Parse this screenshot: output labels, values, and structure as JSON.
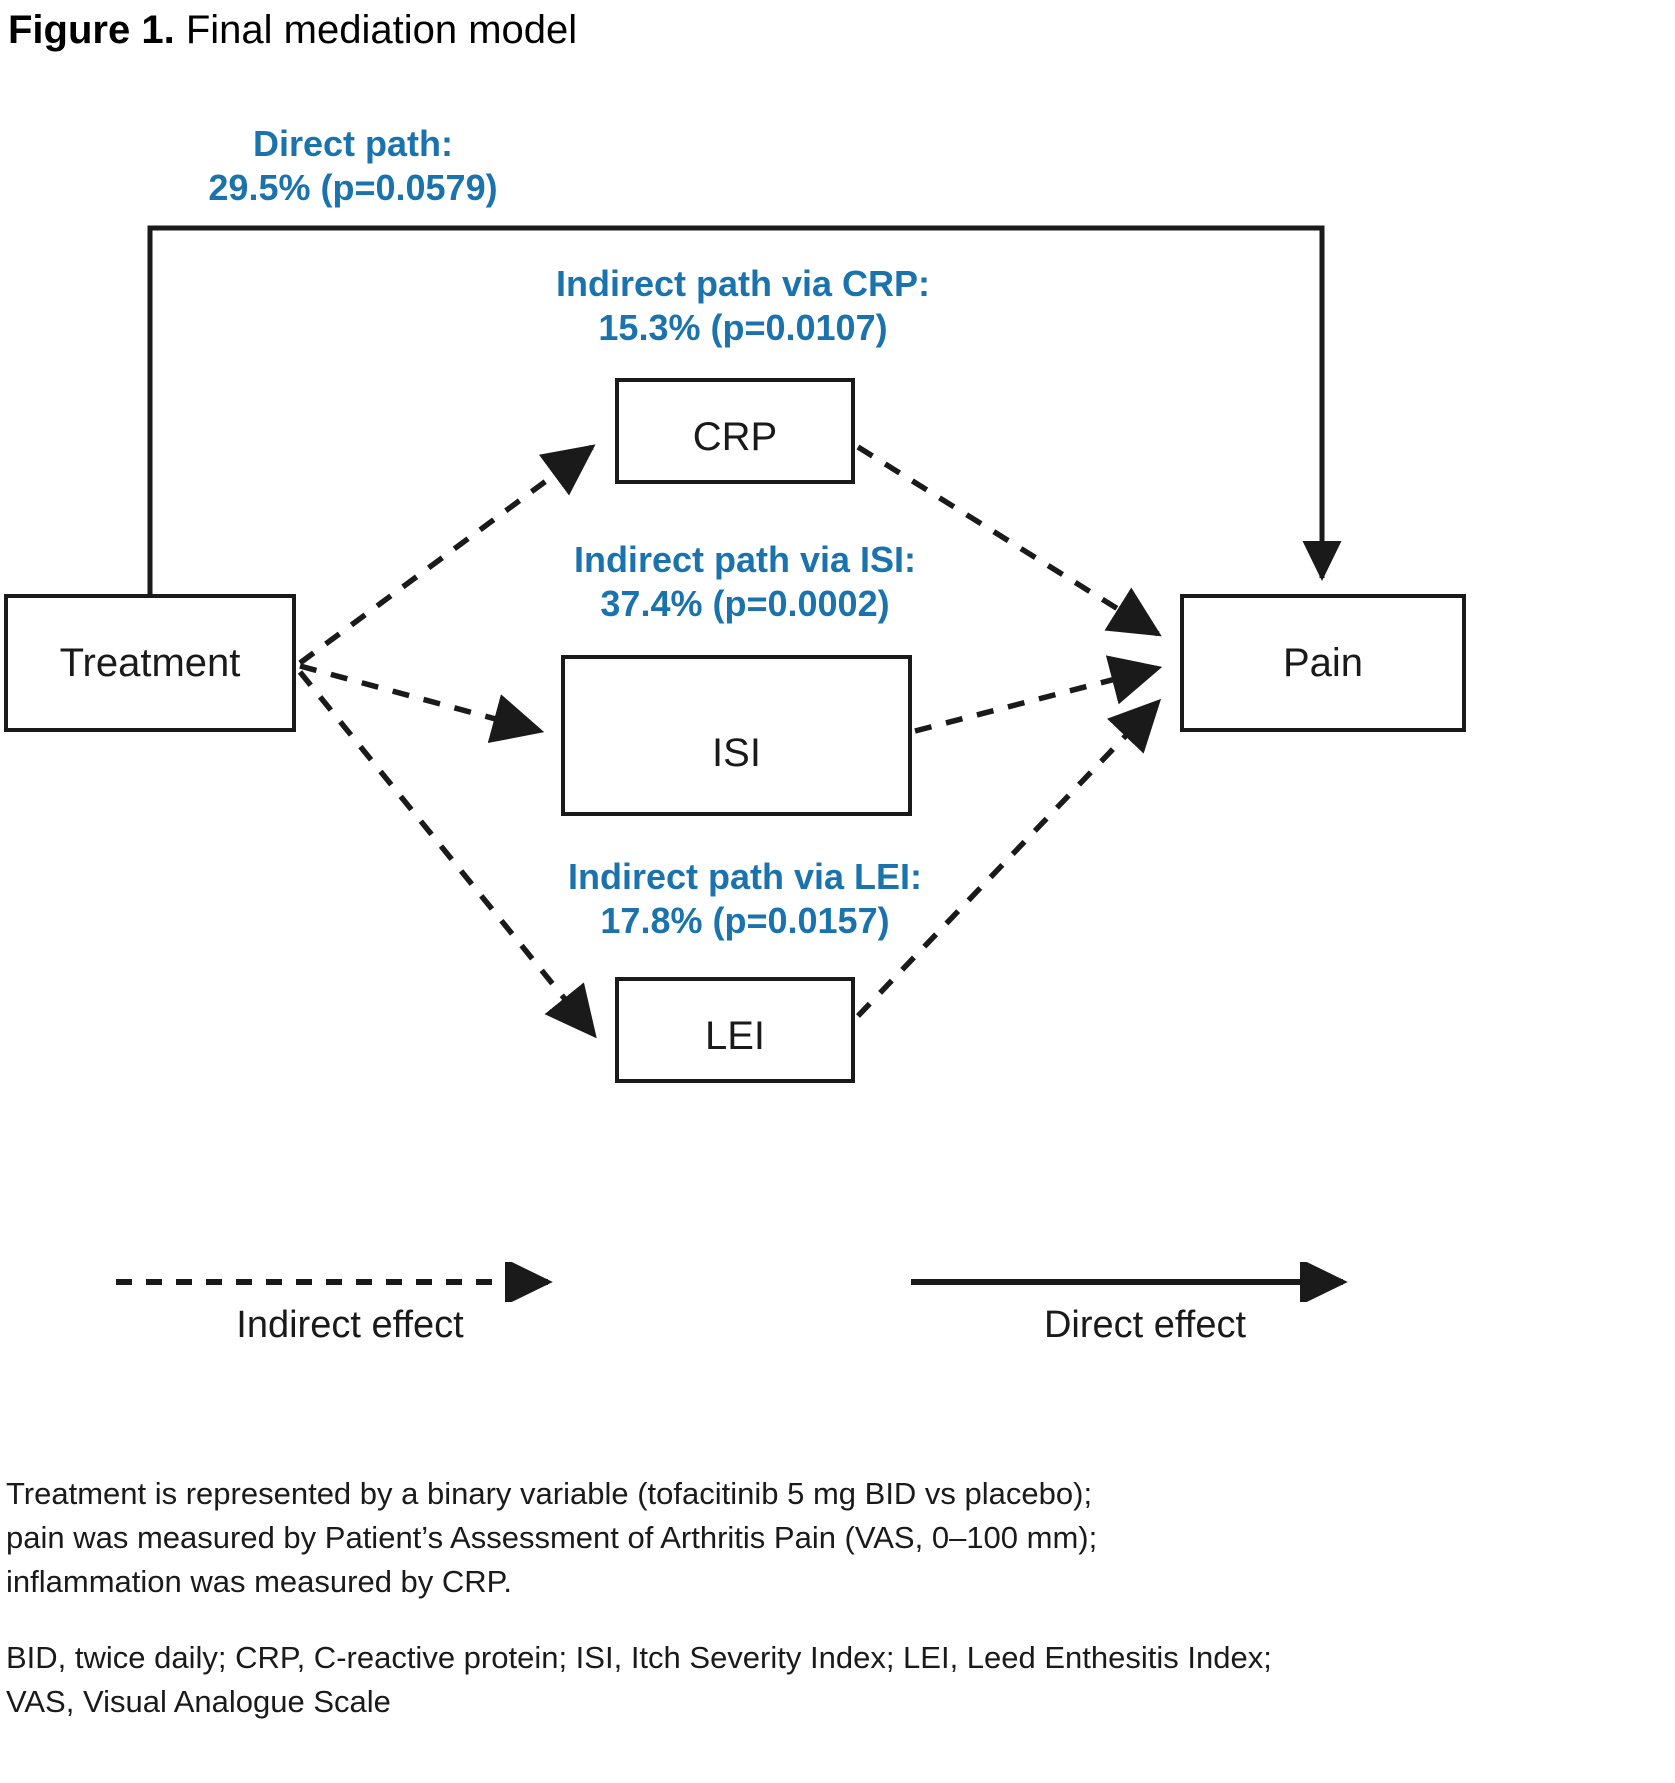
{
  "figure": {
    "number": "Figure 1.",
    "title": "Final mediation model"
  },
  "colors": {
    "accent_blue": "#1b73ae",
    "line_black": "#1a1a1a",
    "background": "#ffffff"
  },
  "nodes": {
    "treatment": "Treatment",
    "crp": "CRP",
    "isi": "ISI",
    "lei": "LEI",
    "pain": "Pain"
  },
  "paths": {
    "direct": {
      "title": "Direct path:",
      "value": "29.5% (p=0.0579)",
      "percent": 29.5,
      "p_value": 0.0579,
      "style": "solid"
    },
    "indirect_crp": {
      "title": "Indirect path via CRP:",
      "value": "15.3% (p=0.0107)",
      "percent": 15.3,
      "p_value": 0.0107,
      "style": "dashed"
    },
    "indirect_isi": {
      "title": "Indirect path via ISI:",
      "value": "37.4% (p=0.0002)",
      "percent": 37.4,
      "p_value": 0.0002,
      "style": "dashed"
    },
    "indirect_lei": {
      "title": "Indirect path via LEI:",
      "value": "17.8% (p=0.0157)",
      "percent": 17.8,
      "p_value": 0.0157,
      "style": "dashed"
    }
  },
  "legend": {
    "indirect": "Indirect effect",
    "direct": "Direct effect"
  },
  "footnotes": {
    "methods_line1": "Treatment is represented by a binary variable (tofacitinib 5 mg BID vs placebo);",
    "methods_line2": "pain was measured by Patient’s Assessment of Arthritis Pain (VAS, 0–100 mm);",
    "methods_line3": "inflammation was measured by CRP.",
    "abbrev_line1": "BID, twice daily; CRP, C-reactive protein; ISI, Itch Severity Index; LEI, Leed Enthesitis Index;",
    "abbrev_line2": "VAS, Visual Analogue Scale"
  },
  "chart_data": {
    "type": "diagram",
    "diagram_kind": "mediation-path-model",
    "title": "Final mediation model",
    "nodes": [
      "Treatment",
      "CRP",
      "ISI",
      "LEI",
      "Pain"
    ],
    "edges": [
      {
        "from": "Treatment",
        "to": "Pain",
        "label": "Direct path: 29.5% (p=0.0579)",
        "percent": 29.5,
        "p_value": 0.0579,
        "style": "solid",
        "effect": "direct"
      },
      {
        "from": "Treatment",
        "to": "CRP",
        "style": "dashed",
        "effect": "indirect"
      },
      {
        "from": "CRP",
        "to": "Pain",
        "label": "Indirect path via CRP: 15.3% (p=0.0107)",
        "percent": 15.3,
        "p_value": 0.0107,
        "style": "dashed",
        "effect": "indirect"
      },
      {
        "from": "Treatment",
        "to": "ISI",
        "style": "dashed",
        "effect": "indirect"
      },
      {
        "from": "ISI",
        "to": "Pain",
        "label": "Indirect path via ISI: 37.4% (p=0.0002)",
        "percent": 37.4,
        "p_value": 0.0002,
        "style": "dashed",
        "effect": "indirect"
      },
      {
        "from": "Treatment",
        "to": "LEI",
        "style": "dashed",
        "effect": "indirect"
      },
      {
        "from": "LEI",
        "to": "Pain",
        "label": "Indirect path via LEI: 17.8% (p=0.0157)",
        "percent": 17.8,
        "p_value": 0.0157,
        "style": "dashed",
        "effect": "indirect"
      }
    ],
    "legend_entries": [
      "Indirect effect",
      "Direct effect"
    ]
  }
}
